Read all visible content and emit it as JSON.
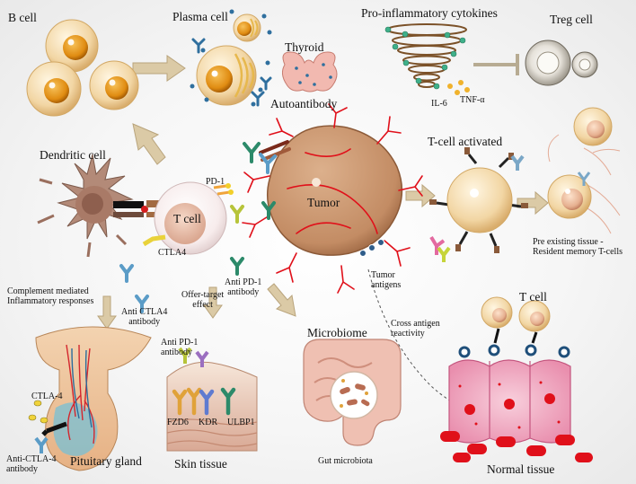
{
  "labels": {
    "b_cell": "B cell",
    "plasma_cell": "Plasma cell",
    "pro_inflammatory": "Pro-inflammatory cytokines",
    "treg_cell": "Treg cell",
    "thyroid": "Thyroid",
    "autoantibody": "Autoantibody",
    "il6": "IL-6",
    "tnf": "TNF-α",
    "dendritic_cell": "Dendritic cell",
    "pd1": "PD-1",
    "t_cell_center": "T cell",
    "tumor": "Tumor",
    "t_cell_activated": "T-cell activated",
    "ctla4": "CTLA4",
    "anti_pd1_antibody_1": "Anti PD-1",
    "anti_pd1_antibody_2": "antibody",
    "resident_memory_1": "Pre existing tissue -",
    "resident_memory_2": "Resident memory T-cells",
    "complement_1": "Complement mediated",
    "complement_2": "Inflammatory responses",
    "anti_ctla4_1": "Anti CTLA4",
    "anti_ctla4_2": "antibody",
    "off_target_1": "Offer-target",
    "off_target_2": "effect",
    "tumor_antigens_1": "Tumor",
    "tumor_antigens_2": "antigens",
    "t_cell_right": "T cell",
    "microbiome": "Microbiome",
    "cross_antigen_1": "Cross antigen",
    "cross_antigen_2": "reactivity",
    "anti_pd1_skin_1": "Anti PD-1",
    "anti_pd1_skin_2": "antibody",
    "ctla4_pituitary": "CTLA-4",
    "fzd6": "FZD6",
    "kdr": "KDR",
    "ulbp1": "ULBP1",
    "anti_ctla4_pit_1": "Anti-CTLA-4",
    "anti_ctla4_pit_2": "antibody",
    "pituitary_gland": "Pituitary gland",
    "skin_tissue": "Skin tissue",
    "gut_microbiota": "Gut microbiota",
    "normal_tissue": "Normal tissue"
  },
  "colors": {
    "cell_body": "#f2d7a9",
    "nucleus": "#e59a1f",
    "tumor": "#c8956f",
    "vessel": "#e0101a",
    "arrow": "#d8c6a2",
    "dendritic": "#b48a78",
    "gut": "#ecc0b4",
    "skin": "#e9c9b8",
    "tissue": "#f3b3c8",
    "rbc": "#e0101a"
  }
}
